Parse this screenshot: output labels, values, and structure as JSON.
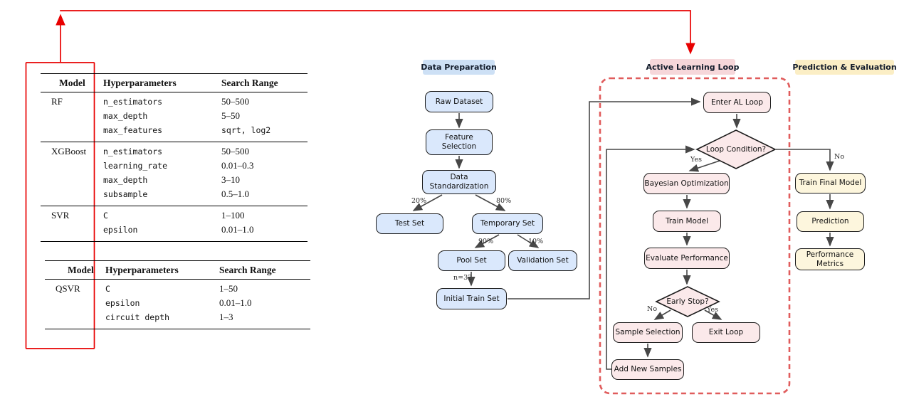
{
  "colors": {
    "node_blue": "#dae8fc",
    "node_pink": "#fbe9ea",
    "node_yellow": "#fdf6dd",
    "badge_blue": "#cde0f5",
    "badge_pink": "#f6d7da",
    "badge_yellow": "#fbeec5",
    "arrow": "#474747",
    "red": "#e80000",
    "dashed_red": "#e05c5c"
  },
  "tables": [
    {
      "headers": [
        "Model",
        "Hyperparameters",
        "Search Range"
      ],
      "groups": [
        {
          "model": "RF",
          "rows": [
            {
              "param": "n_estimators",
              "range": "50–500"
            },
            {
              "param": "max_depth",
              "range": "5–50"
            },
            {
              "param": "max_features",
              "range": "sqrt, log2"
            }
          ]
        },
        {
          "model": "XGBoost",
          "rows": [
            {
              "param": "n_estimators",
              "range": "50–500"
            },
            {
              "param": "learning_rate",
              "range": "0.01–0.3"
            },
            {
              "param": "max_depth",
              "range": "3–10"
            },
            {
              "param": "subsample",
              "range": "0.5–1.0"
            }
          ]
        },
        {
          "model": "SVR",
          "rows": [
            {
              "param": "C",
              "range": "1–100"
            },
            {
              "param": "epsilon",
              "range": "0.01–1.0"
            }
          ]
        }
      ]
    },
    {
      "headers": [
        "Model",
        "Hyperparameters",
        "Search Range"
      ],
      "groups": [
        {
          "model": "QSVR",
          "rows": [
            {
              "param": "C",
              "range": "1–50"
            },
            {
              "param": "epsilon",
              "range": "0.01–1.0"
            },
            {
              "param": "circuit depth",
              "range": "1–3"
            }
          ]
        }
      ]
    }
  ],
  "flow": {
    "badges": {
      "data_prep": "Data Preparation",
      "al_loop": "Active Learning Loop",
      "pred_eval": "Prediction & Evaluation"
    },
    "nodes": {
      "raw_dataset": "Raw Dataset",
      "feature_selection": "Feature Selection",
      "data_standardization": "Data Standardization",
      "test_set": "Test Set",
      "temporary_set": "Temporary Set",
      "pool_set": "Pool Set",
      "validation_set": "Validation Set",
      "initial_train_set": "Initial Train Set",
      "enter_al_loop": "Enter AL Loop",
      "loop_condition": "Loop Condition?",
      "bayesian_optimization": "Bayesian Optimization",
      "train_model": "Train Model",
      "evaluate_performance": "Evaluate Performance",
      "early_stop": "Early Stop?",
      "sample_selection": "Sample Selection",
      "exit_loop": "Exit Loop",
      "add_new_samples": "Add New Samples",
      "train_final_model": "Train Final Model",
      "prediction": "Prediction",
      "performance_metrics": "Performance Metrics"
    },
    "edge_labels": {
      "test_split": "20%",
      "temp_split": "80%",
      "pool_split": "90%",
      "val_split": "10%",
      "initial_n": "n=32",
      "loop_yes": "Yes",
      "loop_no": "No",
      "early_no": "No",
      "early_yes": "Yes"
    }
  }
}
